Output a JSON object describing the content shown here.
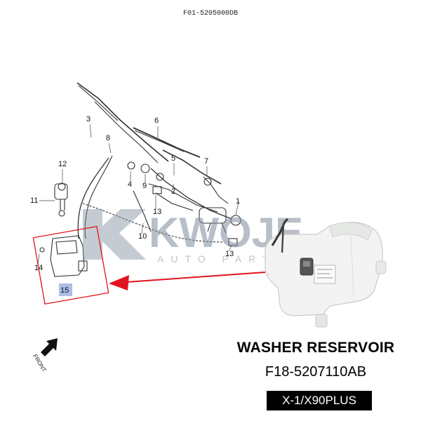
{
  "header": {
    "diagram_code": "F01-5205000DB"
  },
  "callouts": {
    "c1": "1",
    "c2": "2",
    "c3": "3",
    "c4": "4",
    "c5": "5",
    "c6": "6",
    "c7": "7",
    "c8": "8",
    "c9": "9",
    "c10": "10",
    "c11": "11",
    "c12": "12",
    "c13a": "13",
    "c13b": "13",
    "c14": "14",
    "c15": "15"
  },
  "front_label": "FRONT",
  "watermark": {
    "brand": "KWOJE",
    "sub": "AUTO PARTS"
  },
  "caption": {
    "title": "WASHER RESERVOIR",
    "part_number": "F18-5207110AB",
    "model": "X-1/X90PLUS"
  },
  "colors": {
    "highlight_red": "#e0141e",
    "highlight_fill": "#aebde8",
    "watermark": "#7f8c9c",
    "caption_bg": "#000000"
  }
}
